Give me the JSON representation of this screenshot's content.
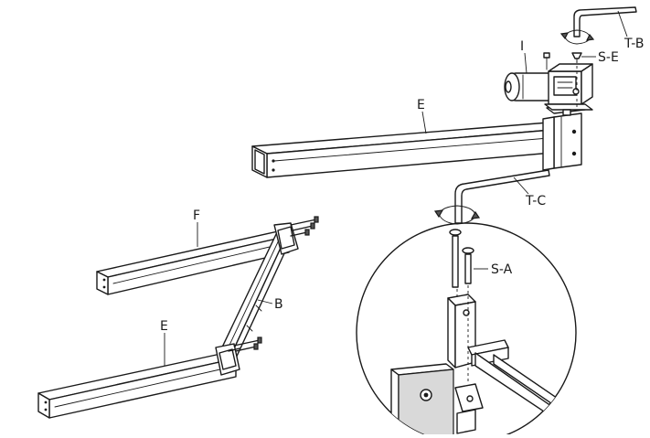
{
  "labels": {
    "t_b": "T-B",
    "i": "I",
    "s_e": "S-E",
    "e_top": "E",
    "t_c": "T-C",
    "s_a": "S-A",
    "f": "F",
    "b": "B",
    "e_bottom": "E"
  }
}
